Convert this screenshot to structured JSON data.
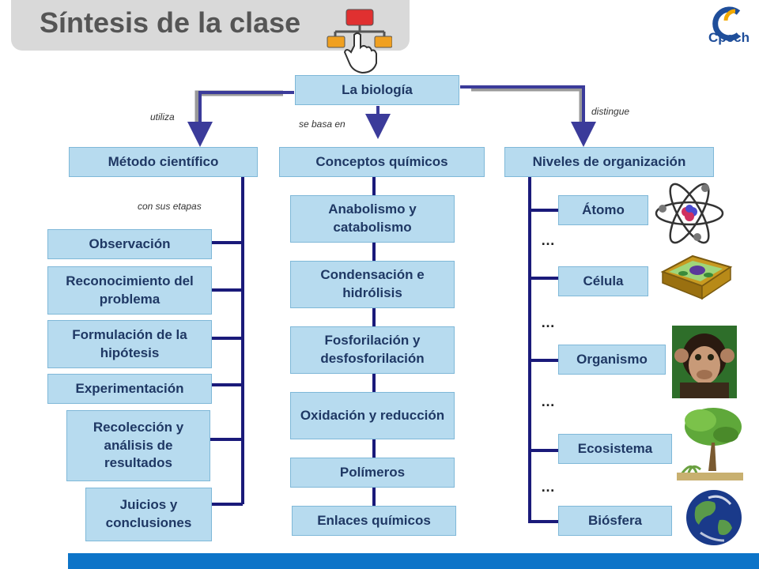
{
  "header": {
    "title": "Síntesis de la clase",
    "logo_text": "Cpech"
  },
  "root": {
    "label": "La biología"
  },
  "connectors": {
    "left": "utiliza",
    "center": "se basa en",
    "right": "distingue",
    "steps": "con sus etapas"
  },
  "branches": {
    "metodo": {
      "label": "Método científico",
      "steps": [
        "Observación",
        "Reconocimiento del problema",
        "Formulación de la hipótesis",
        "Experimentación",
        "Recolección y análisis de resultados",
        "Juicios y conclusiones"
      ]
    },
    "conceptos": {
      "label": "Conceptos químicos",
      "items": [
        "Anabolismo y catabolismo",
        "Condensación e hidrólisis",
        "Fosforilación y desfosforilación",
        "Oxidación y reducción",
        "Polímeros",
        "Enlaces químicos"
      ]
    },
    "niveles": {
      "label": "Niveles de organización",
      "items": [
        "Átomo",
        "Célula",
        "Organismo",
        "Ecosistema",
        "Biósfera"
      ],
      "ellipsis": "…"
    }
  },
  "colors": {
    "node_fill": "#b7dbef",
    "node_text": "#1f3864",
    "line": "#1a1a7a",
    "arrow": "#3b3b9a",
    "bottom_bar": "#0d74c8"
  },
  "icons": [
    "hand-pointer-flowchart-icon",
    "cpech-logo-icon",
    "atom-icon",
    "cell-icon",
    "chimpanzee-icon",
    "tree-icon",
    "earth-icon"
  ]
}
